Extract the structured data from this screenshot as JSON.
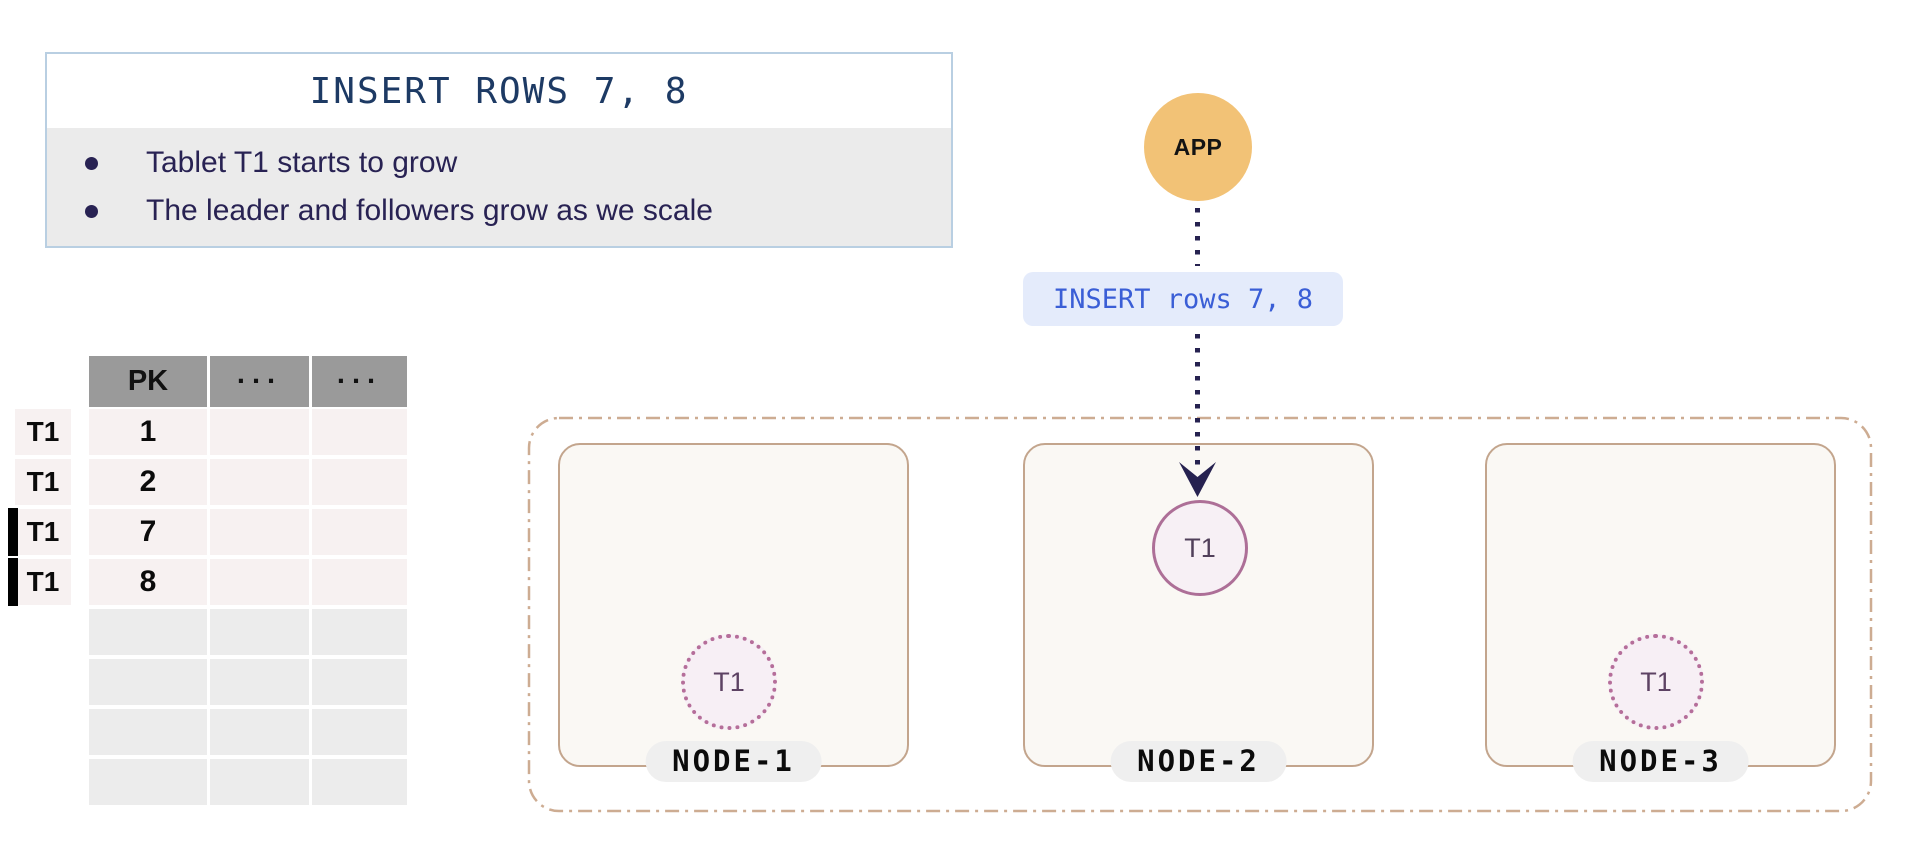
{
  "info_box": {
    "title": "INSERT ROWS 7, 8",
    "bullets": [
      "Tablet T1 starts to grow",
      "The leader and followers grow as we scale"
    ]
  },
  "table": {
    "columns": [
      "PK",
      "...",
      "..."
    ],
    "rows": [
      {
        "tablet": "T1",
        "pk": "1",
        "is_new": false
      },
      {
        "tablet": "T1",
        "pk": "2",
        "is_new": false
      },
      {
        "tablet": "T1",
        "pk": "7",
        "is_new": true
      },
      {
        "tablet": "T1",
        "pk": "8",
        "is_new": true
      },
      {
        "tablet": "",
        "pk": "",
        "is_new": false
      },
      {
        "tablet": "",
        "pk": "",
        "is_new": false
      },
      {
        "tablet": "",
        "pk": "",
        "is_new": false
      },
      {
        "tablet": "",
        "pk": "",
        "is_new": false
      }
    ]
  },
  "app": {
    "label": "APP"
  },
  "query_label": {
    "text": "INSERT rows 7, 8"
  },
  "cluster": {
    "nodes": [
      {
        "name": "NODE-1",
        "tablets": [
          {
            "label": "T1",
            "role": "follower"
          }
        ]
      },
      {
        "name": "NODE-2",
        "tablets": [
          {
            "label": "T1",
            "role": "leader"
          }
        ]
      },
      {
        "name": "NODE-3",
        "tablets": [
          {
            "label": "T1",
            "role": "follower"
          }
        ]
      }
    ]
  },
  "colors": {
    "title_navy": "#1d3a64",
    "bullet_text": "#282253",
    "info_border": "#b9cfe2",
    "bullets_bg": "#ebebeb",
    "table_header_bg": "#9a9a9a",
    "table_row_bg": "#f7f1f1",
    "table_empty_row_bg": "#ececec",
    "new_row_marker": "#000000",
    "app_circle": "#f2c276",
    "query_bg": "#e4ebfb",
    "query_text": "#3a5ed6",
    "connector": "#262250",
    "cluster_border": "#cdac92",
    "node_border": "#c3a58d",
    "node_bg": "#faf8f4",
    "node_pill_bg": "#efefef",
    "leader_border": "#ad6f97",
    "follower_border": "#b56e9a"
  }
}
